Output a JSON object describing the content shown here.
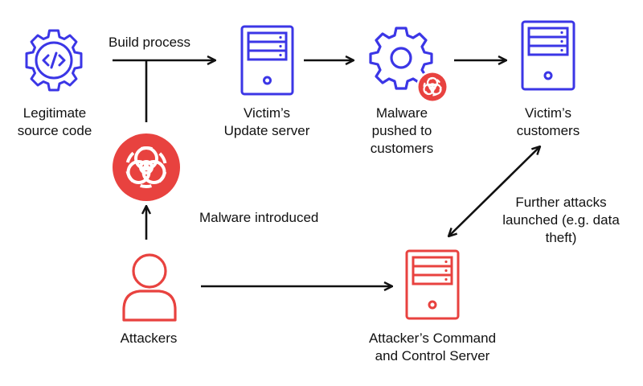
{
  "colors": {
    "blue": "#3b36e6",
    "red": "#e8423f",
    "line": "#111111",
    "white": "#ffffff"
  },
  "nodes": {
    "source_code": {
      "icon": "gear-code-icon",
      "label_lines": [
        "Legitimate",
        "source code"
      ]
    },
    "update_server": {
      "icon": "server-icon",
      "label_lines": [
        "Victim’s",
        "Update server"
      ]
    },
    "malware_pushed": {
      "icon": "gear-biohazard-icon",
      "label_lines": [
        "Malware",
        "pushed to",
        "customers"
      ]
    },
    "customers": {
      "icon": "server-icon",
      "label_lines": [
        "Victim’s",
        "customers"
      ]
    },
    "biohazard": {
      "icon": "biohazard-icon"
    },
    "attackers": {
      "icon": "user-icon",
      "label_lines": [
        "Attackers"
      ]
    },
    "c2_server": {
      "icon": "server-icon",
      "label_lines": [
        "Attacker’s Command",
        "and Control Server"
      ]
    }
  },
  "edges": {
    "build_process": "Build process",
    "malware_introduced": "Malware introduced",
    "further_attacks_lines": [
      "Further attacks",
      "launched (e.g. data",
      "theft)"
    ]
  }
}
